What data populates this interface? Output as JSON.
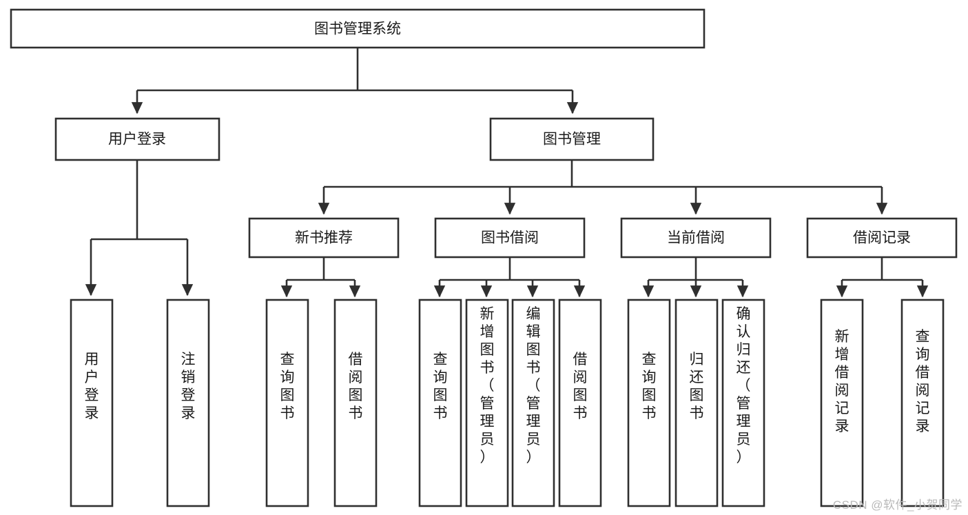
{
  "diagram": {
    "title": "图书管理系统",
    "type": "hierarchy-tree",
    "watermark": "CSDN @软件_小贺同学",
    "colors": {
      "stroke": "#2f2f2f",
      "fill": "#ffffff",
      "text": "#1a1a1a",
      "watermark": "#b9b9b9"
    },
    "root": {
      "label": "图书管理系统",
      "orientation": "horizontal"
    },
    "level2": [
      {
        "label": "用户登录",
        "orientation": "horizontal"
      },
      {
        "label": "图书管理",
        "orientation": "horizontal"
      }
    ],
    "level3": [
      {
        "label": "新书推荐",
        "orientation": "horizontal",
        "parent": "图书管理"
      },
      {
        "label": "图书借阅",
        "orientation": "horizontal",
        "parent": "图书管理"
      },
      {
        "label": "当前借阅",
        "orientation": "horizontal",
        "parent": "图书管理"
      },
      {
        "label": "借阅记录",
        "orientation": "horizontal",
        "parent": "图书管理"
      }
    ],
    "leaves": {
      "用户登录": [
        {
          "label": "用户登录",
          "orientation": "vertical"
        },
        {
          "label": "注销登录",
          "orientation": "vertical"
        }
      ],
      "新书推荐": [
        {
          "label": "查询图书",
          "orientation": "vertical"
        },
        {
          "label": "借阅图书",
          "orientation": "vertical"
        }
      ],
      "图书借阅": [
        {
          "label": "查询图书",
          "orientation": "vertical"
        },
        {
          "label": "新增图书（管理员）",
          "orientation": "vertical"
        },
        {
          "label": "编辑图书（管理员）",
          "orientation": "vertical"
        },
        {
          "label": "借阅图书",
          "orientation": "vertical"
        }
      ],
      "当前借阅": [
        {
          "label": "查询图书",
          "orientation": "vertical"
        },
        {
          "label": "归还图书",
          "orientation": "vertical"
        },
        {
          "label": "确认归还（管理员）",
          "orientation": "vertical"
        }
      ],
      "借阅记录": [
        {
          "label": "新增借阅记录",
          "orientation": "vertical"
        },
        {
          "label": "查询借阅记录",
          "orientation": "vertical"
        }
      ]
    }
  }
}
